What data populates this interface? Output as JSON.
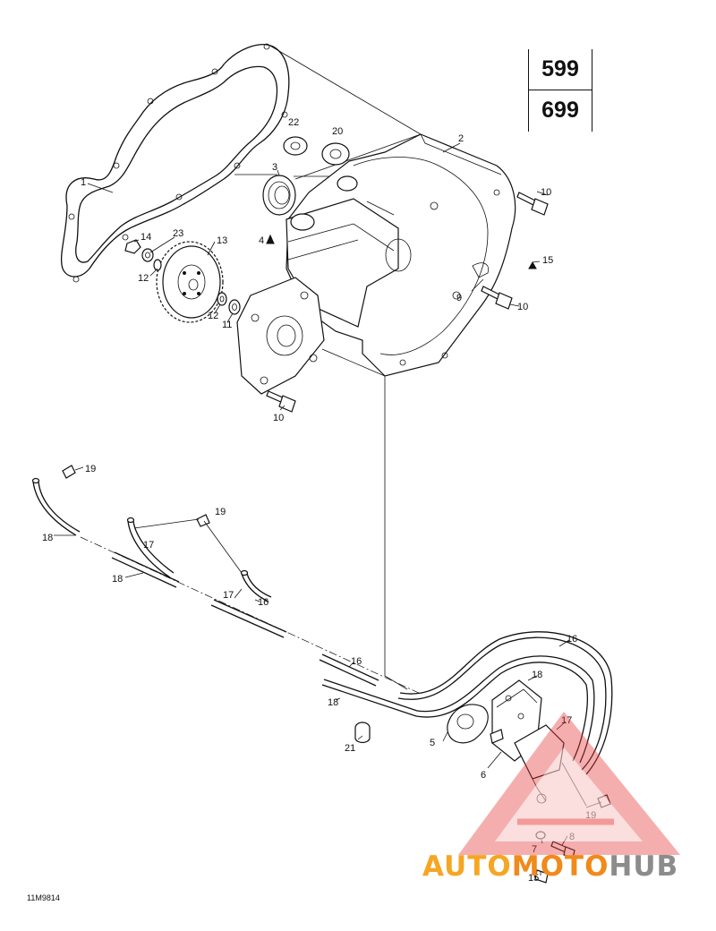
{
  "models": [
    "599",
    "699"
  ],
  "figure_code": "11M9814",
  "watermark": {
    "auto": "AUTO",
    "moto": "MOTO",
    "hub": "HUB",
    "triangle_color": "#e83b3b",
    "auto_color": "#f5a623",
    "hub_color": "#8c8c8c"
  },
  "callouts": {
    "c1": "1",
    "c2": "2",
    "c3": "3",
    "c4": "4",
    "c22": "22",
    "c20": "20",
    "c10a": "10",
    "c10b": "10",
    "c10c": "10",
    "c15a": "15",
    "c9": "9",
    "c14": "14",
    "c23": "23",
    "c13": "13",
    "c12a": "12",
    "c12b": "12",
    "c11": "11",
    "c19a": "19",
    "c18a": "18",
    "c19b": "19",
    "c17a": "17",
    "c18b": "18",
    "c17b": "17",
    "c16a": "16",
    "c16b": "16",
    "c16c": "16",
    "c18c": "18",
    "c18d": "18",
    "c21": "21",
    "c5": "5",
    "c6": "6",
    "c17c": "17",
    "c19c": "19",
    "c7": "7",
    "c8": "8",
    "c15b": "15"
  }
}
